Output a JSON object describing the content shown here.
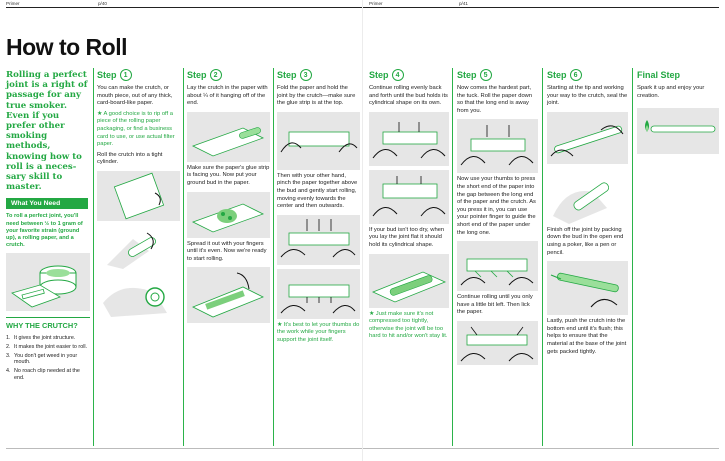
{
  "folio": {
    "left_section": "Primer",
    "left_page": "p/40",
    "right_section": "Primer",
    "right_page": "p/41"
  },
  "title": "How to Roll",
  "intro": {
    "text": "Rolling a perfect joint is a right of passage for any true smoker. Even if you prefer other smoking methods, knowing how to roll is a neces-sary skill to master.",
    "need_heading": "What You Need",
    "need_text": "To roll a perfect joint, you'll need between ½ to 1 gram of your favorite strain (ground up), a rolling paper, and a crutch.",
    "why_heading": "WHY THE CRUTCH?",
    "why_items": [
      {
        "n": "1.",
        "t": "It gives the joint structure."
      },
      {
        "n": "2.",
        "t": "It makes the joint easier to roll."
      },
      {
        "n": "3.",
        "t": "You don't get weed in your mouth."
      },
      {
        "n": "4.",
        "t": "No roach clip needed at the end."
      }
    ]
  },
  "steps": [
    {
      "label": "Step",
      "num": "1",
      "text1": "You can make the crutch, or mouth piece, out of any thick, card-board-like paper.",
      "note1": "★ A good choice is to rip off a piece of the rolling paper packaging, or find a business card to use, or use actual filter paper.",
      "text2": "Roll the crutch into a tight cylinder."
    },
    {
      "label": "Step",
      "num": "2",
      "text1": "Lay the crutch in the paper with about ¼ of it hanging off of the end.",
      "text2": "Make sure the paper's glue strip is facing you. Now put your ground bud in the paper.",
      "text3": "Spread it out with your fingers until it's even. Now we're ready to start rolling."
    },
    {
      "label": "Step",
      "num": "3",
      "text1": "Fold the paper and hold the joint by the crutch—make sure the glue strip is at the top.",
      "text2": "Then with your other hand, pinch the paper together above the bud and gently start rolling, moving evenly towards the center and then outwards.",
      "note1": "★ It's best to let your thumbs do the work while your fingers support the joint itself."
    },
    {
      "label": "Step",
      "num": "4",
      "text1": "Continue rolling evenly back and forth until the bud holds its cylindrical shape on its own.",
      "text2": "If your bud isn't too dry, when you lay the joint flat it should hold its cylindrical shape.",
      "note1": "★ Just make sure it's not compressed too tightly, otherwise the joint will be too hard to hit and/or won't stay lit."
    },
    {
      "label": "Step",
      "num": "5",
      "text1": "Now comes the hardest part, the tuck. Roll the paper down so that the long end is away from you.",
      "text2": "Now use your thumbs to press the short end of the paper into the gap between the long end of the paper and the crutch. As you press it in, you can use your pointer finger to guide the short end of the paper under the long one.",
      "text3": "Continue rolling until you only have a little bit left. Then lick the paper."
    },
    {
      "label": "Step",
      "num": "6",
      "text1": "Starting at the tip and working your way to the crutch, seal the joint.",
      "text2": "Finish off the joint by packing down the bud in the open end using a poker, like a pen or pencil.",
      "text3": "Lastly, push the crutch into the bottom end until it's flush; this helps to ensure that the material at the base of the joint gets packed tightly."
    }
  ],
  "final": {
    "label": "Final Step",
    "text": "Spark it up and enjoy your creation."
  },
  "colors": {
    "accent": "#23a843",
    "panel": "#e6e6e6"
  }
}
